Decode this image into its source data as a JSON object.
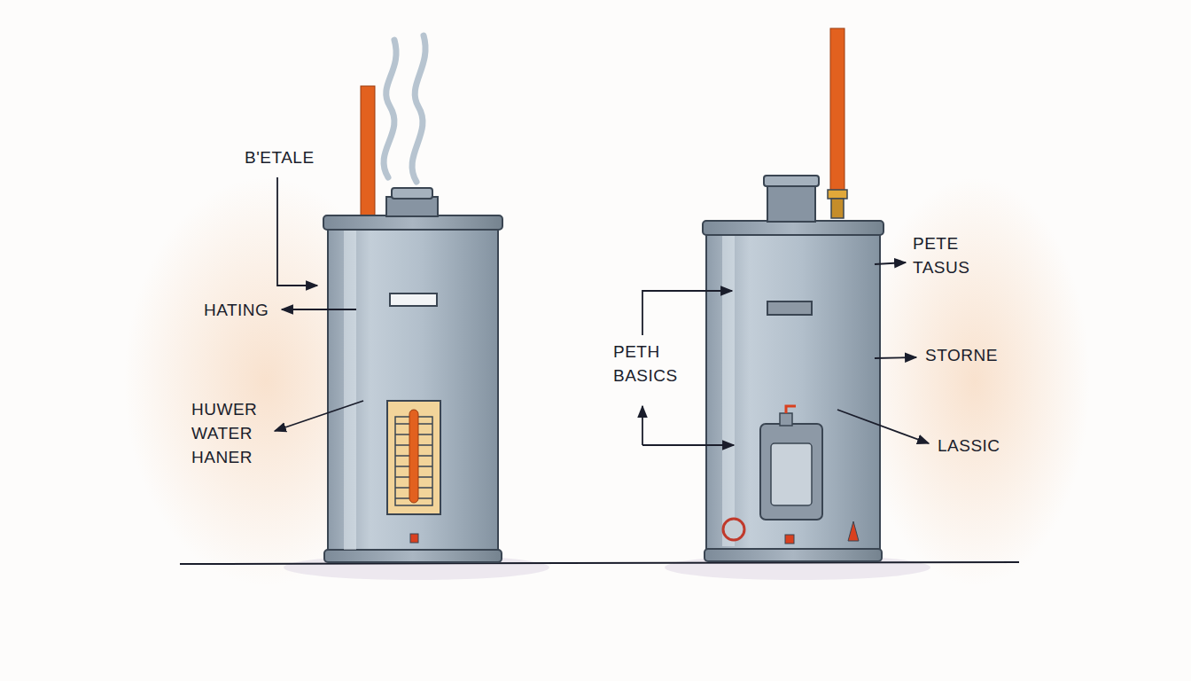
{
  "diagram": {
    "labels": [
      "B'ETALE",
      "HATING",
      "HUWER WATER HANER",
      "PETE TASUS",
      "PETH BASICS",
      "STORNE",
      "LASSIC"
    ]
  }
}
